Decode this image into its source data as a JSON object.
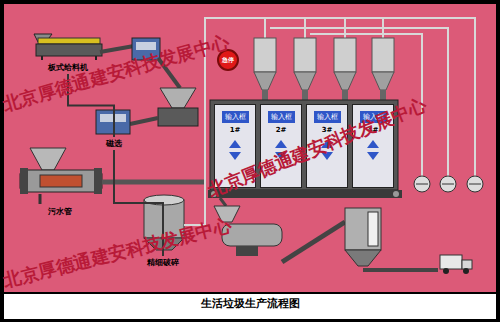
{
  "diagram": {
    "title": "生活垃圾生产流程图",
    "nodes": [
      {
        "text": [
          "板式给料机"
        ]
      },
      {
        "text": [
          "磁选"
        ]
      },
      {
        "text": [
          "精细破碎"
        ]
      },
      {
        "text": [
          "急停"
        ]
      },
      {
        "text": [
          "输入框",
          "1#"
        ]
      },
      {
        "text": [
          "输入框",
          "2#"
        ]
      },
      {
        "text": [
          "输入框",
          "3#"
        ]
      },
      {
        "text": [
          "输入框",
          "4#"
        ]
      }
    ],
    "edges": [
      {
        "from": 0,
        "to": 1,
        "arrow": "none"
      },
      {
        "from": 1,
        "to": 2,
        "arrow": "none"
      }
    ],
    "labels": [
      "污水管",
      "北京厚德通建安科技发展中心",
      "北京厚德通建安科技发展中心",
      "北京厚德通建安科技发展中心"
    ]
  }
}
